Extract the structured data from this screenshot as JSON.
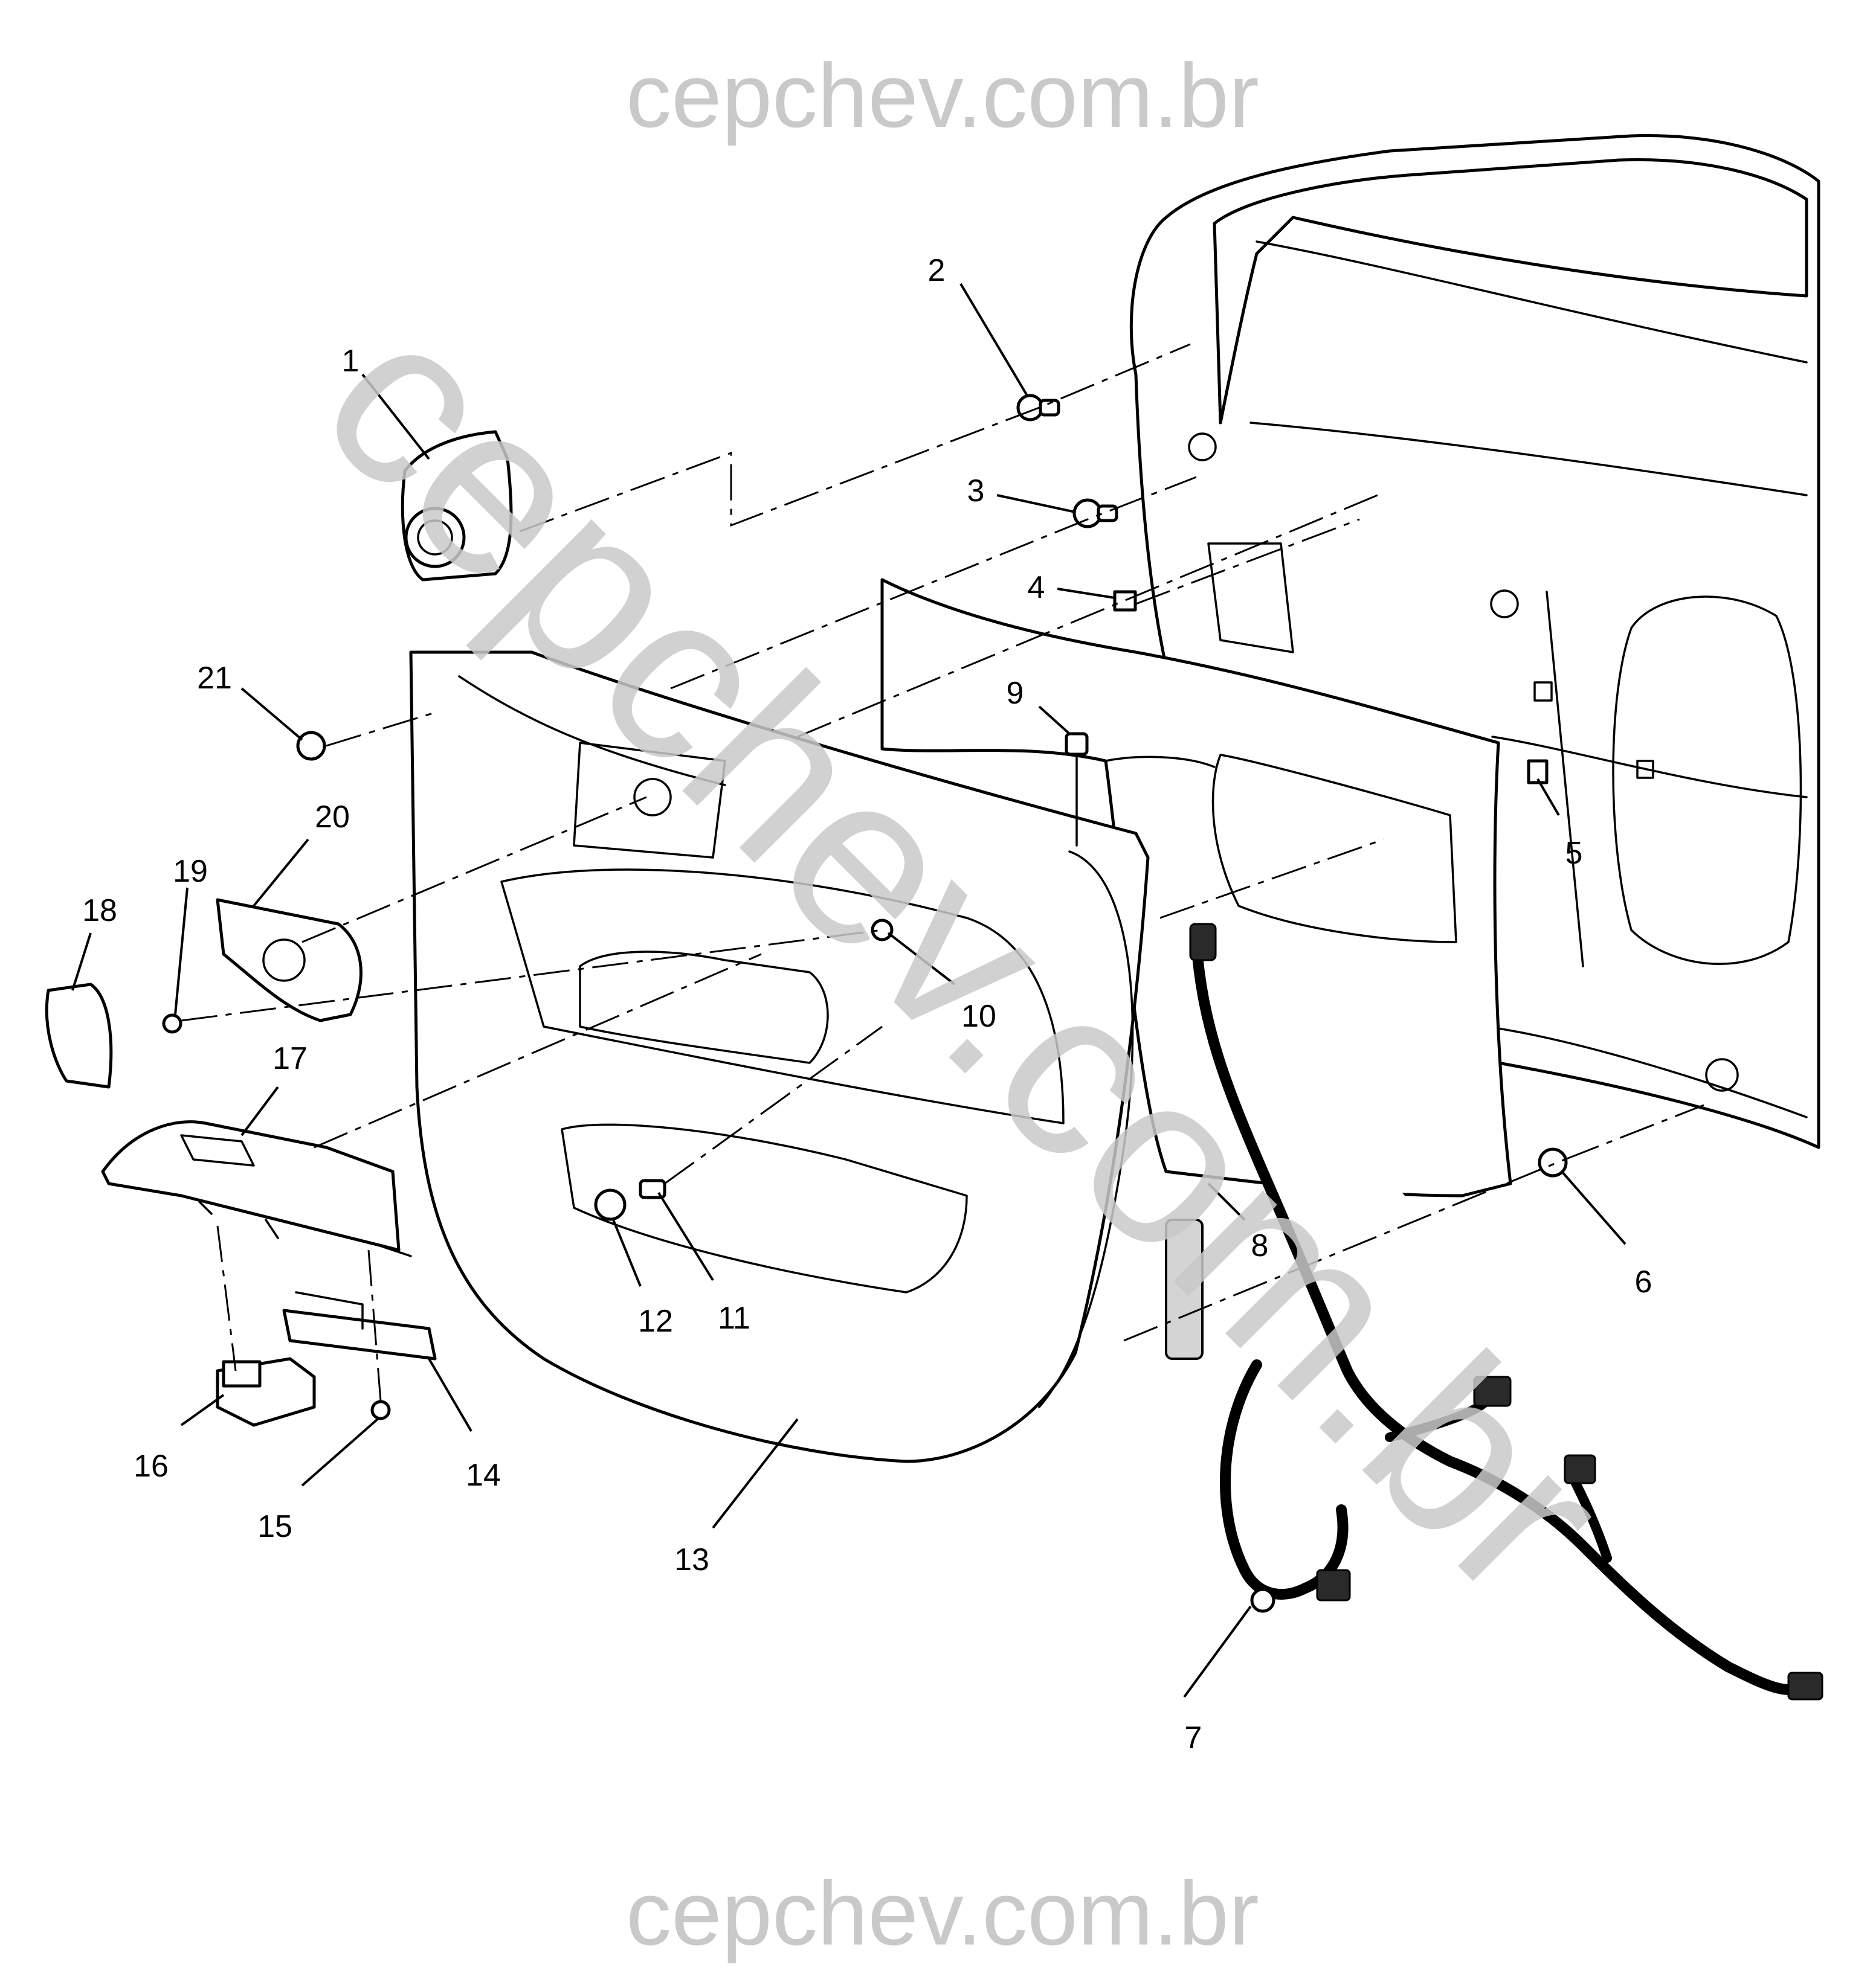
{
  "watermark": {
    "top": "cepchev.com.br",
    "bottom": "cepchev.com.br",
    "diagonal": "cepchev.com.br"
  },
  "callouts": [
    {
      "number": "1"
    },
    {
      "number": "2"
    },
    {
      "number": "3"
    },
    {
      "number": "4"
    },
    {
      "number": "5"
    },
    {
      "number": "6"
    },
    {
      "number": "7"
    },
    {
      "number": "8"
    },
    {
      "number": "9"
    },
    {
      "number": "10"
    },
    {
      "number": "11"
    },
    {
      "number": "12"
    },
    {
      "number": "13"
    },
    {
      "number": "14"
    },
    {
      "number": "15"
    },
    {
      "number": "16"
    },
    {
      "number": "17"
    },
    {
      "number": "18"
    },
    {
      "number": "19"
    },
    {
      "number": "20"
    },
    {
      "number": "21"
    }
  ]
}
